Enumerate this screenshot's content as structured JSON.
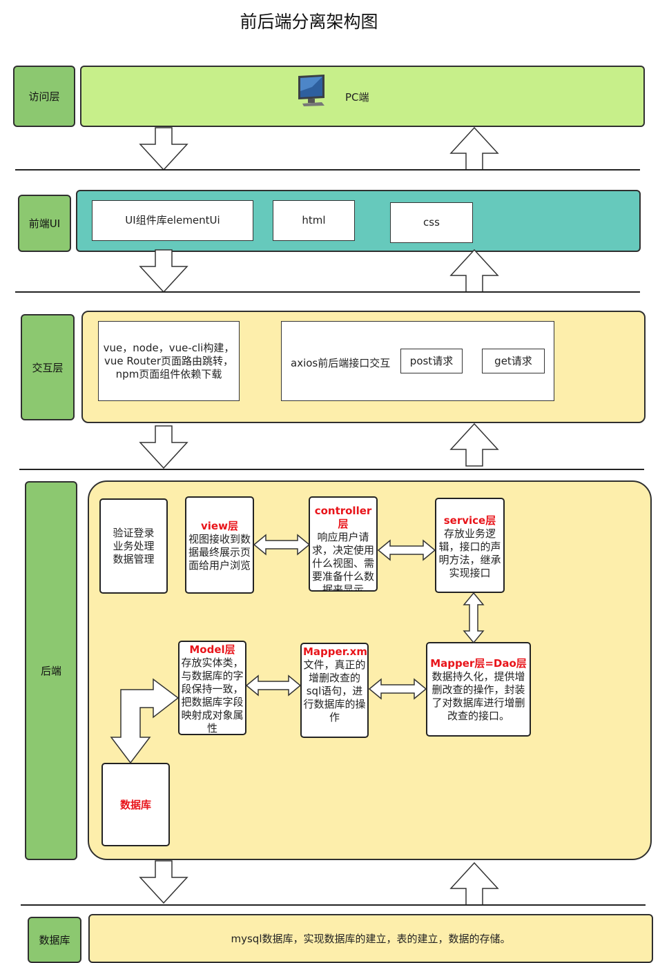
{
  "title": "前后端分离架构图",
  "layers": {
    "access": {
      "label": "访问层",
      "pc_label": "PC端"
    },
    "frontend": {
      "label": "前端UI",
      "boxes": [
        "UI组件库elementUi",
        "html",
        "css"
      ]
    },
    "interaction": {
      "label": "交互层",
      "left_text": "vue，node，vue-cli构建，\nvue Router页面路由跳转，\nnpm页面组件依赖下载",
      "axios_text": "axios前后端接口交互",
      "post_label": "post请求",
      "get_label": "get请求"
    },
    "backend": {
      "label": "后端",
      "intro_text": "验证登录\n业务处理\n数据管理",
      "view": {
        "heading": "view层",
        "body": "视图接收到数据最终展示页面给用户浏览"
      },
      "controller": {
        "heading": "controller层",
        "body": "响应用户请求，决定使用什么视图、需要准备什么数据来显示"
      },
      "service": {
        "heading": "service层",
        "body": "存放业务逻辑，接口的声明方法，继承实现接口"
      },
      "model": {
        "heading": "Model层",
        "body": "存放实体类，与数据库的字段保持一致，把数据库字段映射成对象属性"
      },
      "mapper_xml": {
        "heading": "Mapper.xml",
        "body": "文件，真正的增删改查的sql语句，进行数据库的操作"
      },
      "mapper_dao": {
        "heading": "Mapper层=Dao层",
        "body": "数据持久化，提供增删改查的操作，封装了对数据库进行增删改查的接口。"
      },
      "database_box": "数据库"
    },
    "database": {
      "label": "数据库",
      "text": "mysql数据库，实现数据库的建立，表的建立，数据的存储。"
    }
  },
  "colors": {
    "label_green": "#8cc870",
    "access_green": "#c7ef8a",
    "frontend_teal": "#66c9bc",
    "panel_yellow": "#fdeeab",
    "heading_red": "#e8141a"
  }
}
